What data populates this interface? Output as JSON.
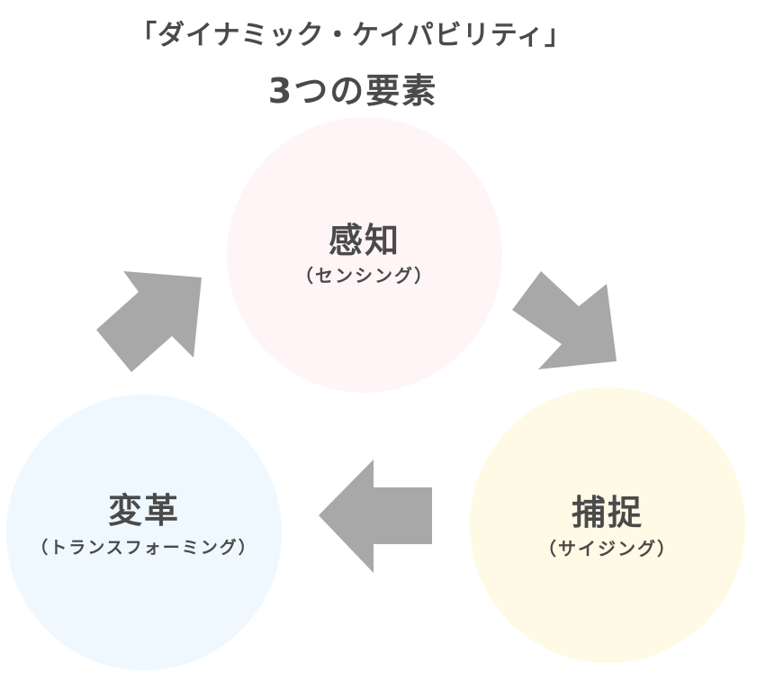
{
  "title": {
    "line1": "「ダイナミック・ケイパビリティ」",
    "line2": "3つの要素"
  },
  "elements": [
    {
      "name": "感知",
      "reading": "（センシング）"
    },
    {
      "name": "捕捉",
      "reading": "（サイジング）"
    },
    {
      "name": "変革",
      "reading": "（トランスフォーミング）"
    }
  ],
  "colors": {
    "sensing_circle": "#fff5f6",
    "seizing_circle": "#fefae6",
    "transforming_circle": "#eef8fe",
    "arrow": "#a8a8a8",
    "text": "#4a4a4a"
  },
  "icons": [
    "arrow-right-down-icon",
    "arrow-left-icon",
    "arrow-up-right-icon"
  ]
}
